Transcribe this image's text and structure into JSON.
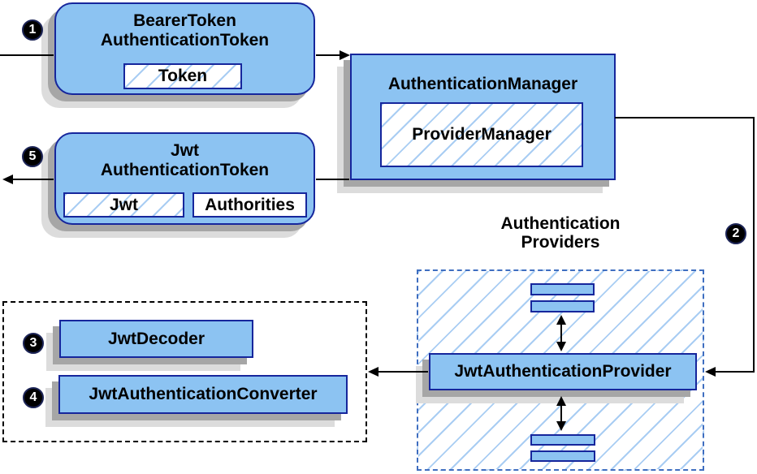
{
  "diagram": {
    "bearer_token_box": {
      "title_line1": "BearerToken",
      "title_line2": "AuthenticationToken",
      "inner_token_label": "Token"
    },
    "jwt_token_box": {
      "title_line1": "Jwt",
      "title_line2": "AuthenticationToken",
      "inner_jwt_label": "Jwt",
      "inner_authorities_label": "Authorities"
    },
    "authentication_manager_box": {
      "title": "AuthenticationManager",
      "inner_label": "ProviderManager"
    },
    "providers_heading": {
      "line1": "Authentication",
      "line2": "Providers"
    },
    "jwt_authentication_provider_label": "JwtAuthenticationProvider",
    "jwt_decoder_label": "JwtDecoder",
    "jwt_authentication_converter_label": "JwtAuthenticationConverter",
    "steps": {
      "s1": "1",
      "s2": "2",
      "s3": "3",
      "s4": "4",
      "s5": "5"
    },
    "colors": {
      "node_fill": "#8cc3f2",
      "node_border": "#16269c",
      "hatch_line": "#a9cdf3",
      "dashed_provider_border": "#3f6ec0",
      "dashed_group_border": "#000000",
      "connector": "#000000",
      "shadow_dark": "#a6a6a6",
      "shadow_light": "#dcdcdc",
      "badge_bg": "#000000",
      "badge_text": "#ffffff"
    }
  }
}
